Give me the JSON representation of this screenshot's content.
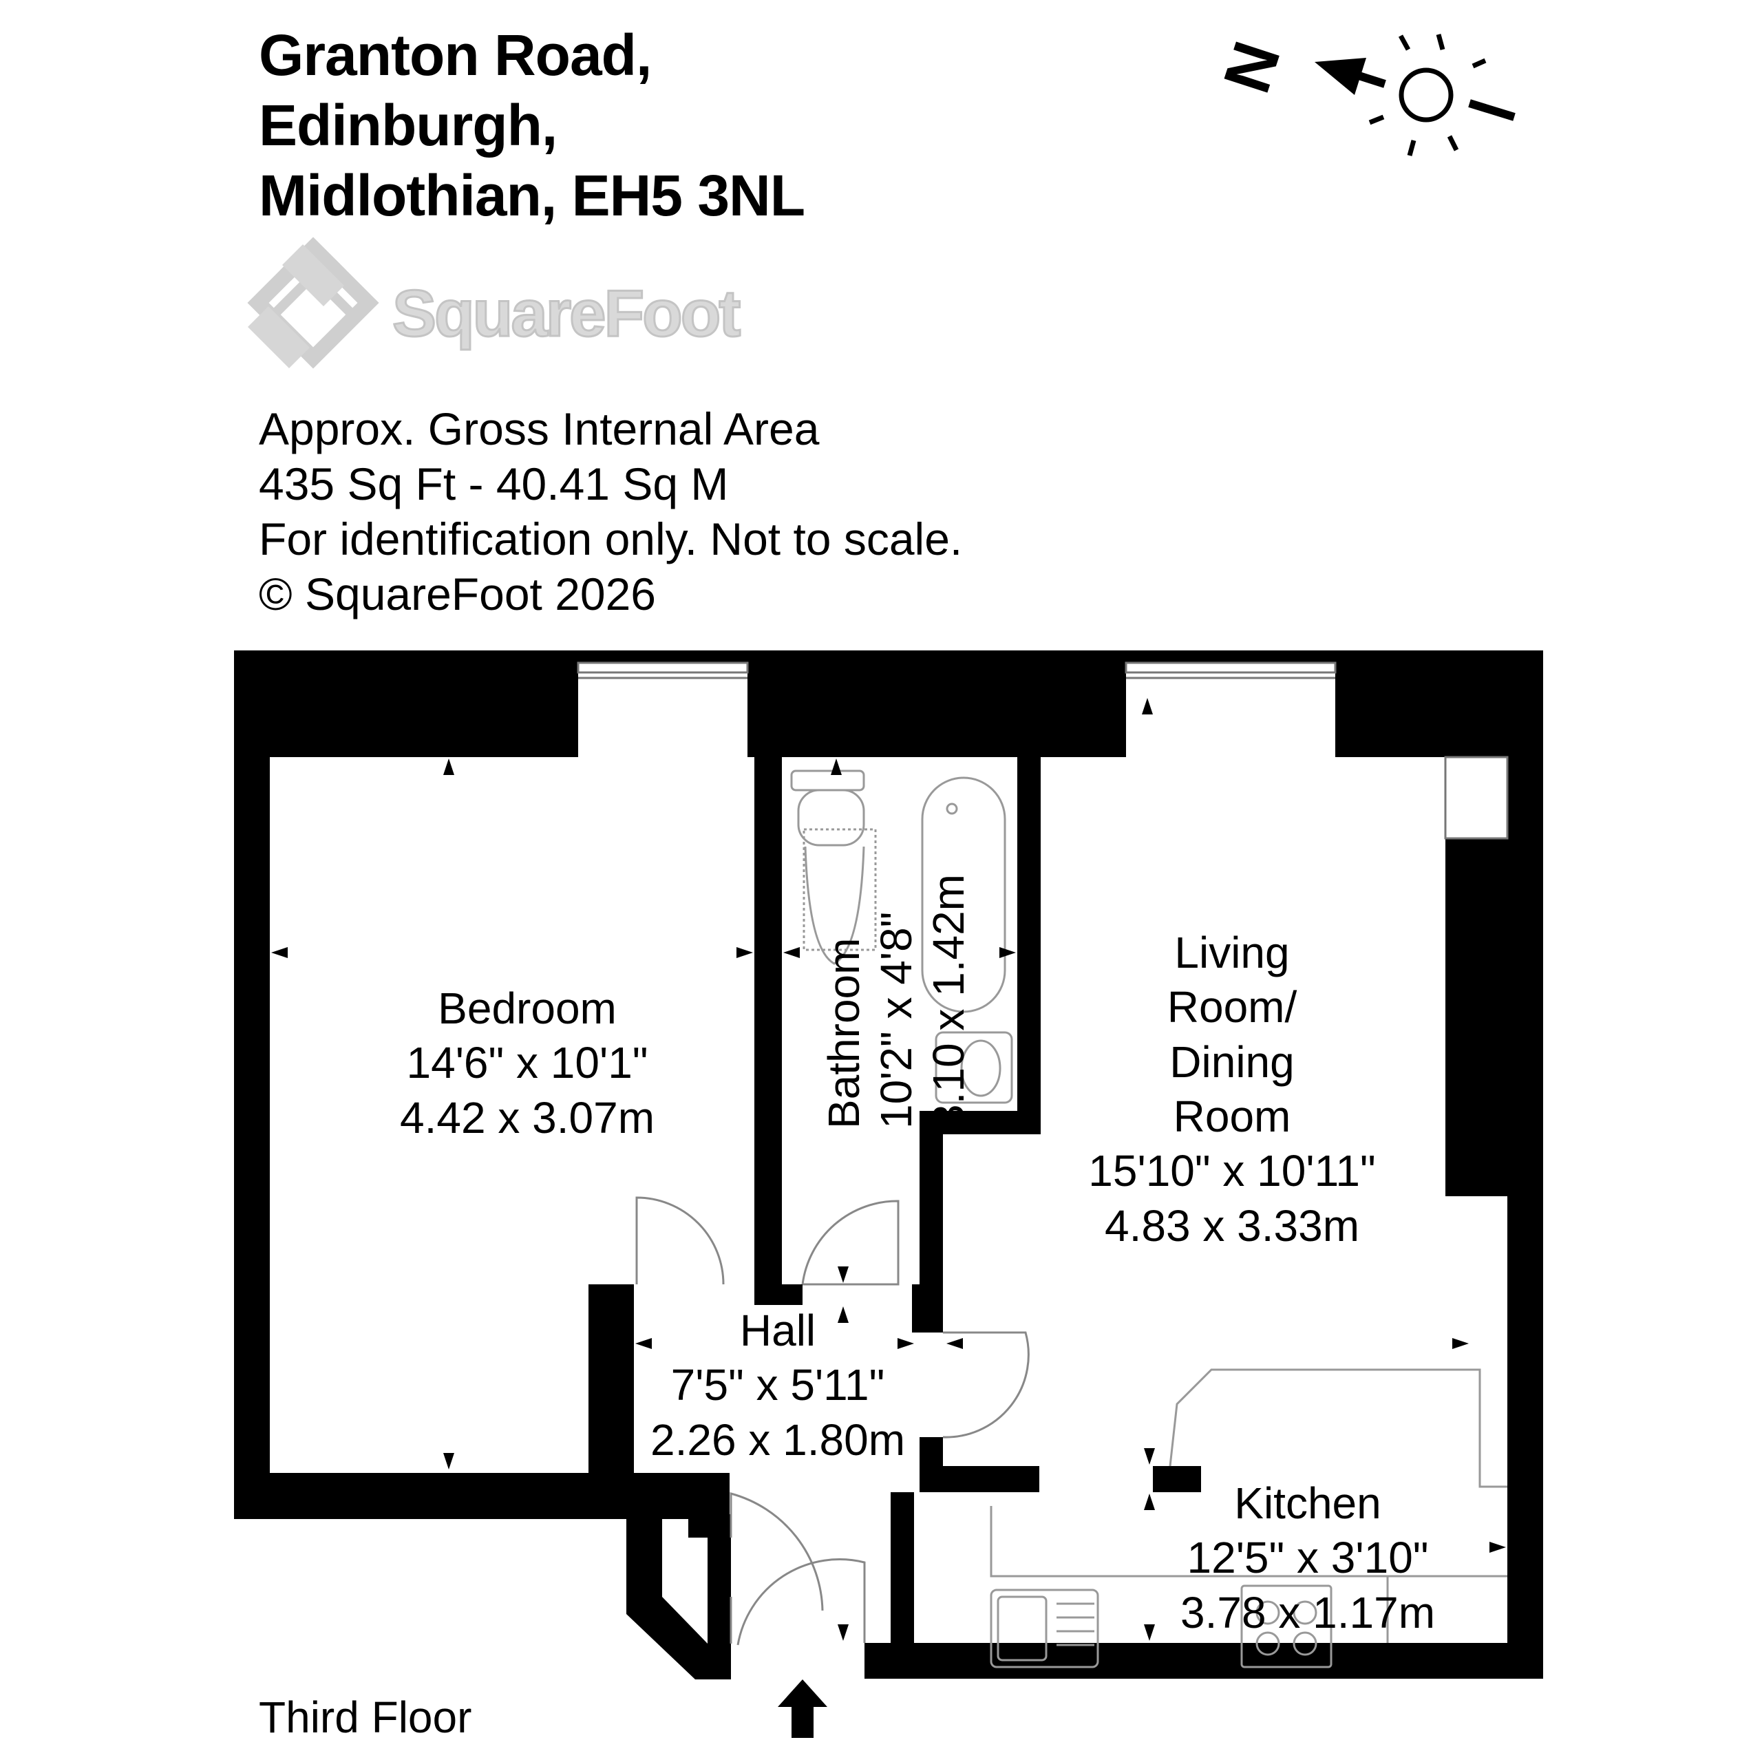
{
  "address": {
    "line1": "Granton Road,",
    "line2": "Edinburgh,",
    "line3": "Midlothian, EH5 3NL"
  },
  "brand": {
    "name": "SquareFoot"
  },
  "area": {
    "heading": "Approx. Gross Internal Area",
    "size": "435 Sq Ft  -  40.41 Sq M",
    "disclaimer": "For identification only. Not to scale.",
    "copyright": "© SquareFoot 2026"
  },
  "compass": {
    "letter": "N"
  },
  "rooms": {
    "bedroom": {
      "name": "Bedroom",
      "imperial": "14'6\" x 10'1\"",
      "metric": "4.42 x 3.07m"
    },
    "bathroom": {
      "name": "Bathroom",
      "imperial": "10'2\" x 4'8\"",
      "metric": "3.10 x 1.42m"
    },
    "living": {
      "name_line1": "Living",
      "name_line2": "Room/",
      "name_line3": "Dining",
      "name_line4": "Room",
      "imperial": "15'10\" x 10'11\"",
      "metric": "4.83 x 3.33m"
    },
    "hall": {
      "name": "Hall",
      "imperial": "7'5\" x 5'11\"",
      "metric": "2.26 x 1.80m"
    },
    "kitchen": {
      "name": "Kitchen",
      "imperial": "12'5\" x 3'10\"",
      "metric": "3.78 x 1.17m"
    }
  },
  "floor_label": "Third Floor"
}
